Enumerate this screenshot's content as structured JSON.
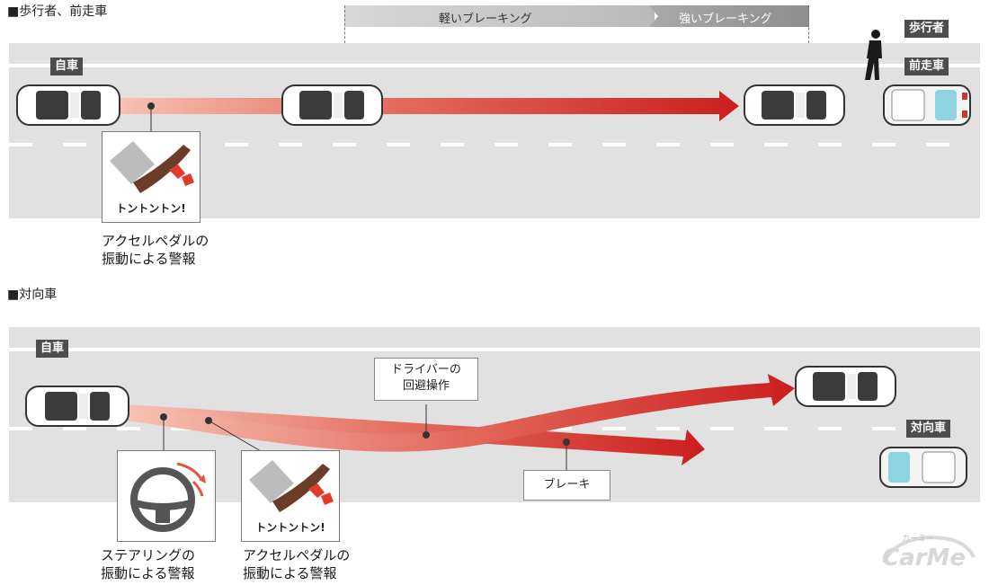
{
  "section1": {
    "title": "■歩行者、前走車",
    "light_brake": "軽いブレーキング",
    "strong_brake": "強いブレーキング",
    "self_car": "自車",
    "pedestrian": "歩行者",
    "front_car": "前走車",
    "pedal_sound": "トントントン!",
    "pedal_label_1": "アクセルペダルの",
    "pedal_label_2": "振動による警報"
  },
  "section2": {
    "title": "■対向車",
    "self_car": "自車",
    "oncoming_car": "対向車",
    "avoid_1": "ドライバーの",
    "avoid_2": "回避操作",
    "brake": "ブレーキ",
    "steer_label_1": "ステアリングの",
    "steer_label_2": "振動による警報",
    "pedal_sound": "トントントン!",
    "pedal_label_1": "アクセルペダルの",
    "pedal_label_2": "振動による警報"
  },
  "watermark": {
    "logo": "CarMe",
    "sub": "カーミー"
  },
  "colors": {
    "road": "#e1e1e1",
    "arrow": "#cc1f1f",
    "tag": "#4d4d4d"
  }
}
